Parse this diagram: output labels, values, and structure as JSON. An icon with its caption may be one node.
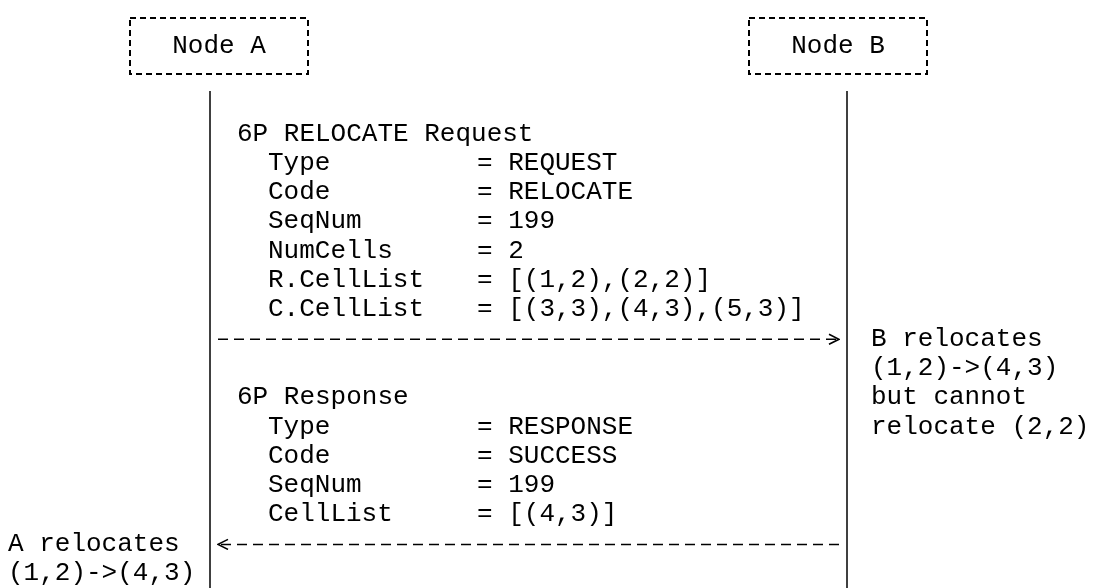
{
  "diagram": {
    "nodes": [
      {
        "text": [
          "Node A"
        ]
      },
      {
        "text": [
          "Node B"
        ]
      }
    ],
    "edges": [
      {
        "from": 0,
        "to": 1,
        "arrow": "to",
        "style": "dashed"
      },
      {
        "from": 1,
        "to": 0,
        "arrow": "to",
        "style": "dashed"
      }
    ],
    "labels": [
      "6P RELOCATE Request",
      "Type",
      "= REQUEST",
      "Code",
      "= RELOCATE",
      "SeqNum",
      "= 199",
      "NumCells",
      "= 2",
      "R.CellList",
      "= [(1,2),(2,2)]",
      "C.CellList",
      "= [(3,3),(4,3),(5,3)]",
      "B relocates (1,2)->(4,3) but cannot relocate (2,2)",
      "6P Response",
      "Type",
      "= RESPONSE",
      "Code",
      "= SUCCESS",
      "SeqNum",
      "= 199",
      "CellList",
      "= [(4,3)]",
      "A relocates (1,2)->(4,3)"
    ]
  }
}
